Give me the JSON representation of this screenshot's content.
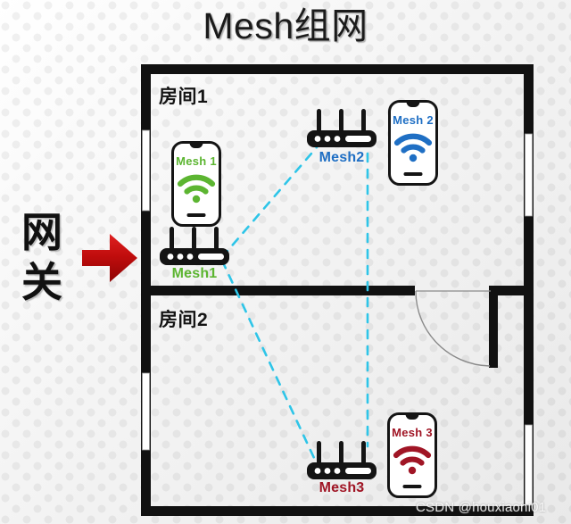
{
  "title": "Mesh组网",
  "gateway": {
    "label": "网关",
    "arrow_icon": "right-arrow-icon",
    "arrow_color": "#c10d0d"
  },
  "rooms": [
    {
      "id": "room1",
      "label": "房间1"
    },
    {
      "id": "room2",
      "label": "房间2"
    }
  ],
  "nodes": [
    {
      "id": "mesh1",
      "phone_label": "Mesh 1",
      "router_label": "Mesh1",
      "color": "#5cb531",
      "wifi_icon": "wifi-icon",
      "router_icon": "router-icon",
      "phone_icon": "smartphone-icon",
      "room": "房间1"
    },
    {
      "id": "mesh2",
      "phone_label": "Mesh 2",
      "router_label": "Mesh2",
      "color": "#1f6fc4",
      "wifi_icon": "wifi-icon",
      "router_icon": "router-icon",
      "phone_icon": "smartphone-icon",
      "room": "房间1"
    },
    {
      "id": "mesh3",
      "phone_label": "Mesh 3",
      "router_label": "Mesh3",
      "color": "#a01525",
      "wifi_icon": "wifi-icon",
      "router_icon": "router-icon",
      "phone_icon": "smartphone-icon",
      "room": "房间2"
    }
  ],
  "links": [
    {
      "from": "mesh1",
      "to": "mesh2",
      "style": "dashed",
      "color": "#2ec5e8"
    },
    {
      "from": "mesh1",
      "to": "mesh3",
      "style": "dashed",
      "color": "#2ec5e8"
    },
    {
      "from": "mesh2",
      "to": "mesh3",
      "style": "dashed",
      "color": "#2ec5e8"
    }
  ],
  "floorplan": {
    "wall_color": "#111111",
    "window_color": "#ffffff",
    "door_icon": "door-swing-icon"
  },
  "watermark": "CSDN @houxiaoni01"
}
